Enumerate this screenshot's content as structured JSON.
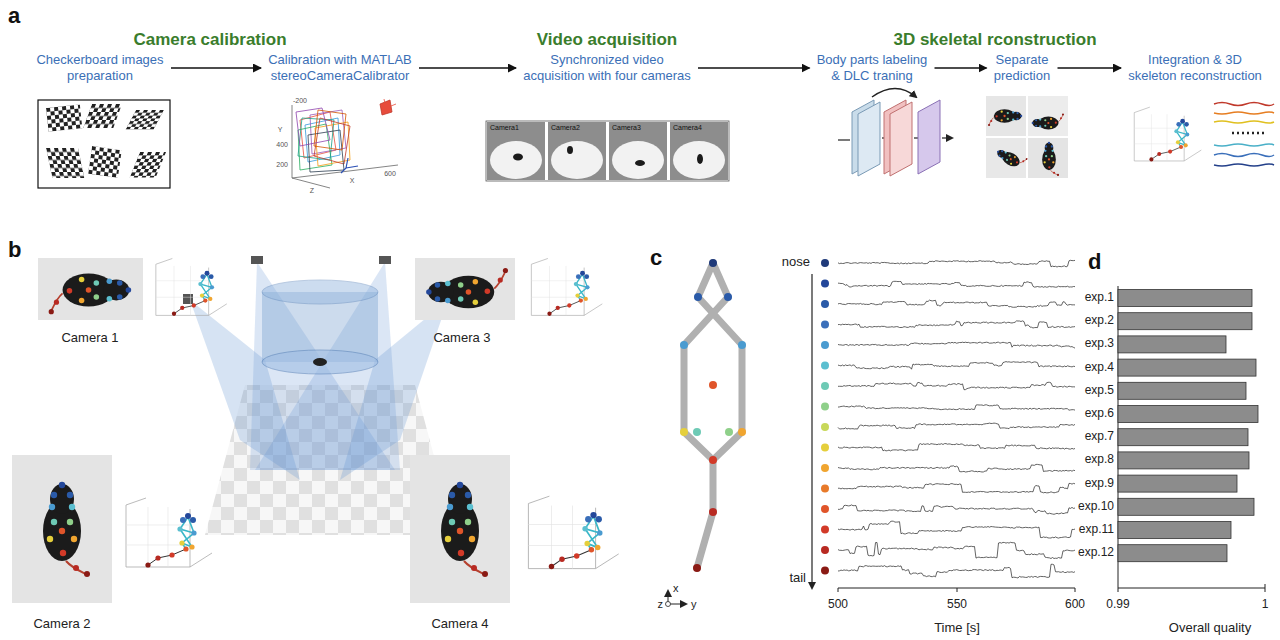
{
  "diagram": {
    "nodes": [
      {
        "text": [
          "Checkerboard images preparation"
        ]
      },
      {
        "text": [
          "Calibration with MATLAB stereoCameraCalibrator"
        ]
      },
      {
        "text": [
          "Synchronized video acquisition with four cameras"
        ]
      },
      {
        "text": [
          "Body parts labeling & DLC traning"
        ]
      },
      {
        "text": [
          "Separate prediction"
        ]
      },
      {
        "text": [
          "Integration & 3D skeleton reconstruction"
        ]
      }
    ],
    "edges": [
      {
        "from": 0,
        "to": 1,
        "arrow": "to"
      },
      {
        "from": 1,
        "to": 2,
        "arrow": "to"
      },
      {
        "from": 2,
        "to": 3,
        "arrow": "to"
      },
      {
        "from": 3,
        "to": 4,
        "arrow": "to"
      },
      {
        "from": 4,
        "to": 5,
        "arrow": "to"
      }
    ],
    "labels": [
      "a",
      "Camera calibration",
      "Video acquisition",
      "3D skeletal rconstruction",
      "Y",
      "Z",
      "X",
      "-200",
      "400",
      "200",
      "600",
      "Camera1",
      "Camera2",
      "Camera3",
      "Camera4",
      "b",
      "Camera 1",
      "Camera 3",
      "Camera 2",
      "Camera 4",
      "c",
      "nose",
      "tail",
      "x",
      "y",
      "z",
      "500",
      "550",
      "600",
      "Time [s]",
      "d",
      "exp.1",
      "exp.2",
      "exp.3",
      "exp.4",
      "exp.5",
      "exp.6",
      "exp.7",
      "exp.8",
      "exp.9",
      "exp.10",
      "exp.11",
      "exp.12",
      "0.99",
      "1",
      "Overall quality"
    ]
  }
}
